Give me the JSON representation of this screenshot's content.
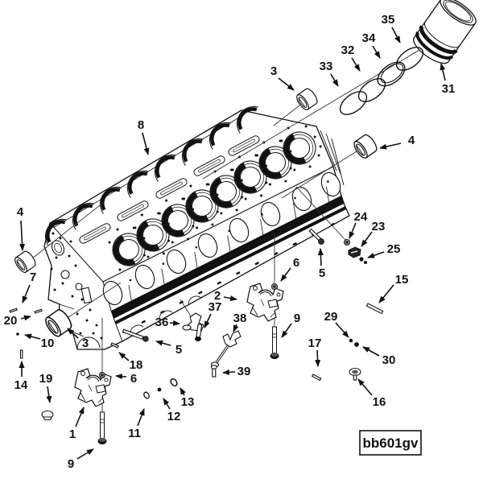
{
  "figure": {
    "code": "bb601gv"
  },
  "colors": {
    "ink": "#111111",
    "background": "#ffffff"
  },
  "callouts": [
    {
      "id": "8",
      "label": "8"
    },
    {
      "id": "3-top",
      "label": "3"
    },
    {
      "id": "33",
      "label": "33"
    },
    {
      "id": "32",
      "label": "32"
    },
    {
      "id": "34",
      "label": "34"
    },
    {
      "id": "35",
      "label": "35"
    },
    {
      "id": "31",
      "label": "31"
    },
    {
      "id": "4-right",
      "label": "4"
    },
    {
      "id": "4-left",
      "label": "4"
    },
    {
      "id": "7",
      "label": "7"
    },
    {
      "id": "20",
      "label": "20"
    },
    {
      "id": "10",
      "label": "10"
    },
    {
      "id": "14",
      "label": "14"
    },
    {
      "id": "19",
      "label": "19"
    },
    {
      "id": "3-bottom",
      "label": "3"
    },
    {
      "id": "1",
      "label": "1"
    },
    {
      "id": "9-left",
      "label": "9"
    },
    {
      "id": "11",
      "label": "11"
    },
    {
      "id": "12",
      "label": "12"
    },
    {
      "id": "13",
      "label": "13"
    },
    {
      "id": "6-left",
      "label": "6"
    },
    {
      "id": "18",
      "label": "18"
    },
    {
      "id": "5-left",
      "label": "5"
    },
    {
      "id": "36",
      "label": "36"
    },
    {
      "id": "37",
      "label": "37"
    },
    {
      "id": "2",
      "label": "2"
    },
    {
      "id": "38",
      "label": "38"
    },
    {
      "id": "39",
      "label": "39"
    },
    {
      "id": "9-right",
      "label": "9"
    },
    {
      "id": "6-right",
      "label": "6"
    },
    {
      "id": "5-right",
      "label": "5"
    },
    {
      "id": "24",
      "label": "24"
    },
    {
      "id": "23",
      "label": "23"
    },
    {
      "id": "25",
      "label": "25"
    },
    {
      "id": "15",
      "label": "15"
    },
    {
      "id": "29",
      "label": "29"
    },
    {
      "id": "30",
      "label": "30"
    },
    {
      "id": "17",
      "label": "17"
    },
    {
      "id": "16",
      "label": "16"
    }
  ]
}
